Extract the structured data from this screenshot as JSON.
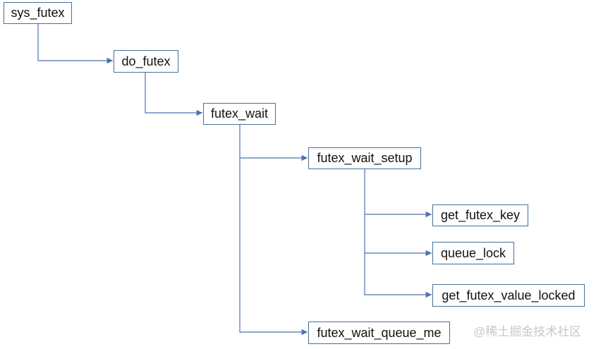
{
  "nodes": {
    "sys_futex": "sys_futex",
    "do_futex": "do_futex",
    "futex_wait": "futex_wait",
    "futex_wait_setup": "futex_wait_setup",
    "get_futex_key": "get_futex_key",
    "queue_lock": "queue_lock",
    "get_futex_value_locked": "get_futex_value_locked",
    "futex_wait_queue_me": "futex_wait_queue_me"
  },
  "edges": [
    {
      "from": "sys_futex",
      "to": "do_futex"
    },
    {
      "from": "do_futex",
      "to": "futex_wait"
    },
    {
      "from": "futex_wait",
      "to": "futex_wait_setup"
    },
    {
      "from": "futex_wait",
      "to": "futex_wait_queue_me"
    },
    {
      "from": "futex_wait_setup",
      "to": "get_futex_key"
    },
    {
      "from": "futex_wait_setup",
      "to": "queue_lock"
    },
    {
      "from": "futex_wait_setup",
      "to": "get_futex_value_locked"
    }
  ],
  "colors": {
    "line": "#4a72b0",
    "border": "#41719c",
    "watermark": "#c8c8c8"
  },
  "watermark": "@稀土掘金技术社区"
}
